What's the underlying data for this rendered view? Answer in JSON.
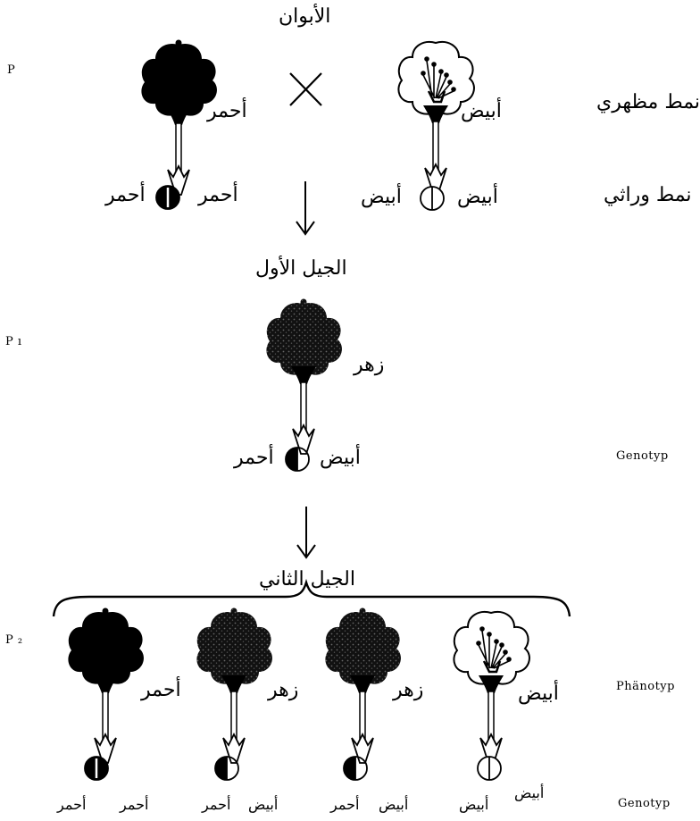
{
  "parents": {
    "title": "الأبوان",
    "gen_label": "P",
    "row_phenotype": "نمط مظهري",
    "row_genotype": "نمط وراثي",
    "red_flower_label": "أحمر",
    "white_flower_label": "أبيض",
    "red_allele_left": "أحمر",
    "red_allele_right": "أحمر",
    "white_allele_left": "أبيض",
    "white_allele_right": "أبيض",
    "cross_symbol": "✕"
  },
  "f1": {
    "title": "الجيل الأول",
    "gen_label": "P ı",
    "flower_label": "زهر",
    "allele_left": "أحمر",
    "allele_right": "أبيض",
    "row_label": "Genotyp"
  },
  "f2": {
    "title": "الجيل الثاني",
    "gen_label": "P ₂",
    "row_phenotype": "Phänotyp",
    "row_genotype": "Genotyp",
    "flowers": [
      {
        "label": "أحمر",
        "allele_a": "أحمر",
        "allele_b": "أحمر",
        "color": "red"
      },
      {
        "label": "زهر",
        "allele_a": "أحمر",
        "allele_b": "أبيض",
        "color": "pink"
      },
      {
        "label": "زهر",
        "allele_a": "أحمر",
        "allele_b": "أبيض",
        "color": "pink"
      },
      {
        "label": "أبيض",
        "allele_a": "أبيض",
        "allele_b": "أبيض",
        "color": "white"
      }
    ]
  },
  "colors": {
    "red_flower": "#000000",
    "pink_flower": "#1f1f1f",
    "white_flower": "#ffffff",
    "stroke": "#000000"
  }
}
